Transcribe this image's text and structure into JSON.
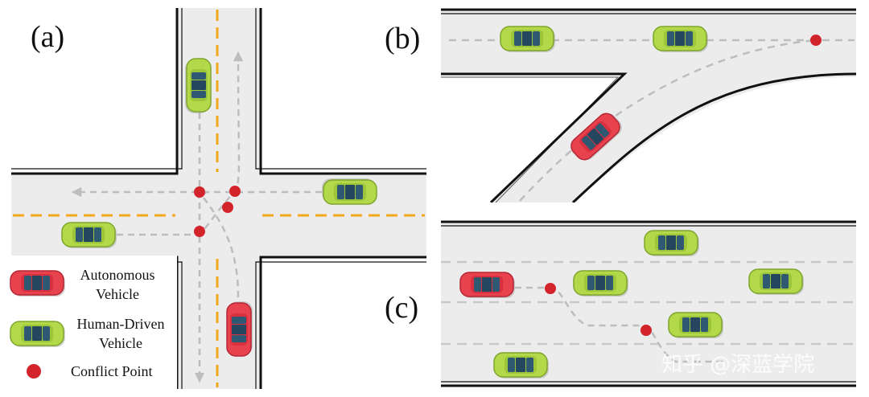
{
  "panels": {
    "a": {
      "label": "(a)"
    },
    "b": {
      "label": "(b)"
    },
    "c": {
      "label": "(c)"
    }
  },
  "legend": {
    "autonomous": {
      "line1": "Autonomous",
      "line2": "Vehicle"
    },
    "human": {
      "line1": "Human-Driven",
      "line2": "Vehicle"
    },
    "conflict": {
      "text": "Conflict Point"
    }
  },
  "watermark": {
    "text": "知乎 @深蓝学院"
  },
  "colors": {
    "road": "#ececec",
    "road_edge": "#111111",
    "lane_dash": "#c8c8c8",
    "center_line": "#f0a81c",
    "path": "#bdbdbd",
    "conflict": "#d3242c",
    "av_body": "#e8424f",
    "hv_body": "#b3d94a",
    "window": "#2f5873"
  },
  "icons": [
    "car-icon",
    "conflict-point-icon"
  ]
}
